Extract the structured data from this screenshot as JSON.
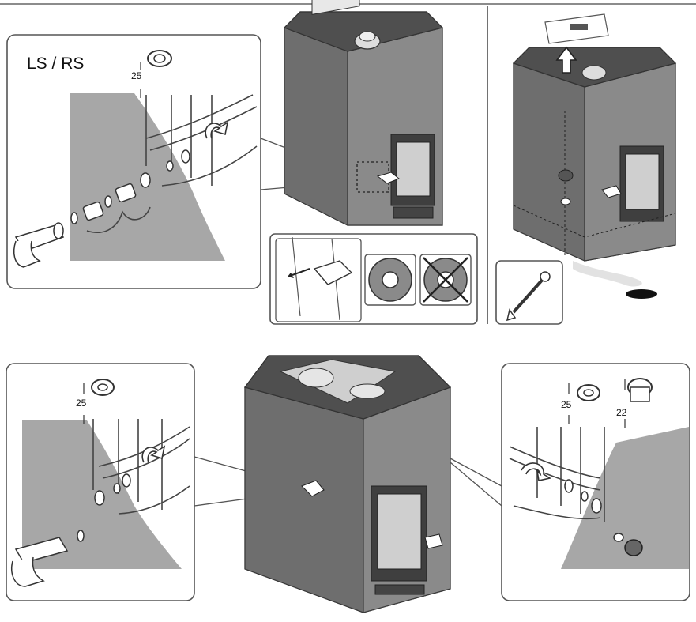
{
  "panels": {
    "top_left": {
      "label": "LS / RS",
      "dimension": "25"
    },
    "bottom_left": {
      "dimension": "25"
    },
    "bottom_right": {
      "dimension_nut": "25",
      "dimension_plug": "22"
    }
  },
  "colors": {
    "stove_body": "#6e6e6e",
    "wall_fill": "#a7a7a7",
    "outline": "#555555"
  },
  "icons": [
    "arrow-up-icon",
    "wrench-icon",
    "washer-ok-icon",
    "washer-crossed-icon",
    "water-drain-icon"
  ]
}
